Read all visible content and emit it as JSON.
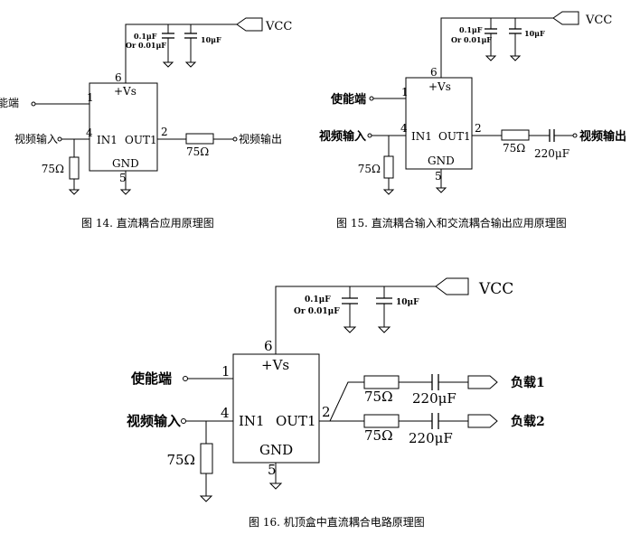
{
  "fig14": {
    "vcc": "VCC",
    "cap1_line1": "0.1μF",
    "cap1_line2": "Or 0.01μF",
    "cap2": "10μF",
    "pin6": "6",
    "vs": "+Vs",
    "pin1": "1",
    "enable": "使能端",
    "pin4": "4",
    "in1": "IN1",
    "video_in": "视频输入",
    "out1": "OUT1",
    "pin2": "2",
    "gnd": "GND",
    "pin5": "5",
    "r_out": "75Ω",
    "r_in": "75Ω",
    "video_out": "视频输出",
    "caption": "图 14. 直流耦合应用原理图"
  },
  "fig15": {
    "vcc": "VCC",
    "cap1_line1": "0.1μF",
    "cap1_line2": "Or 0.01μF",
    "cap2": "10μF",
    "pin6": "6",
    "vs": "+Vs",
    "pin1": "1",
    "enable": "使能端",
    "pin4": "4",
    "in1": "IN1",
    "video_in": "视频输入",
    "out1": "OUT1",
    "pin2": "2",
    "gnd": "GND",
    "pin5": "5",
    "r_out": "75Ω",
    "r_in": "75Ω",
    "c_out": "220μF",
    "video_out": "视频输出",
    "caption": "图 15. 直流耦合输入和交流耦合输出应用原理图"
  },
  "fig16": {
    "vcc": "VCC",
    "cap1_line1": "0.1μF",
    "cap1_line2": "Or 0.01μF",
    "cap2": "10μF",
    "pin6": "6",
    "vs": "+Vs",
    "pin1": "1",
    "enable": "使能端",
    "pin4": "4",
    "in1": "IN1",
    "video_in": "视频输入",
    "out1": "OUT1",
    "pin2": "2",
    "gnd": "GND",
    "pin5": "5",
    "r_in": "75Ω",
    "r_out1": "75Ω",
    "c_out1": "220μF",
    "load1": "负载1",
    "r_out2": "75Ω",
    "c_out2": "220μF",
    "load2": "负载2",
    "caption": "图 16.  机顶盒中直流耦合电路原理图"
  }
}
